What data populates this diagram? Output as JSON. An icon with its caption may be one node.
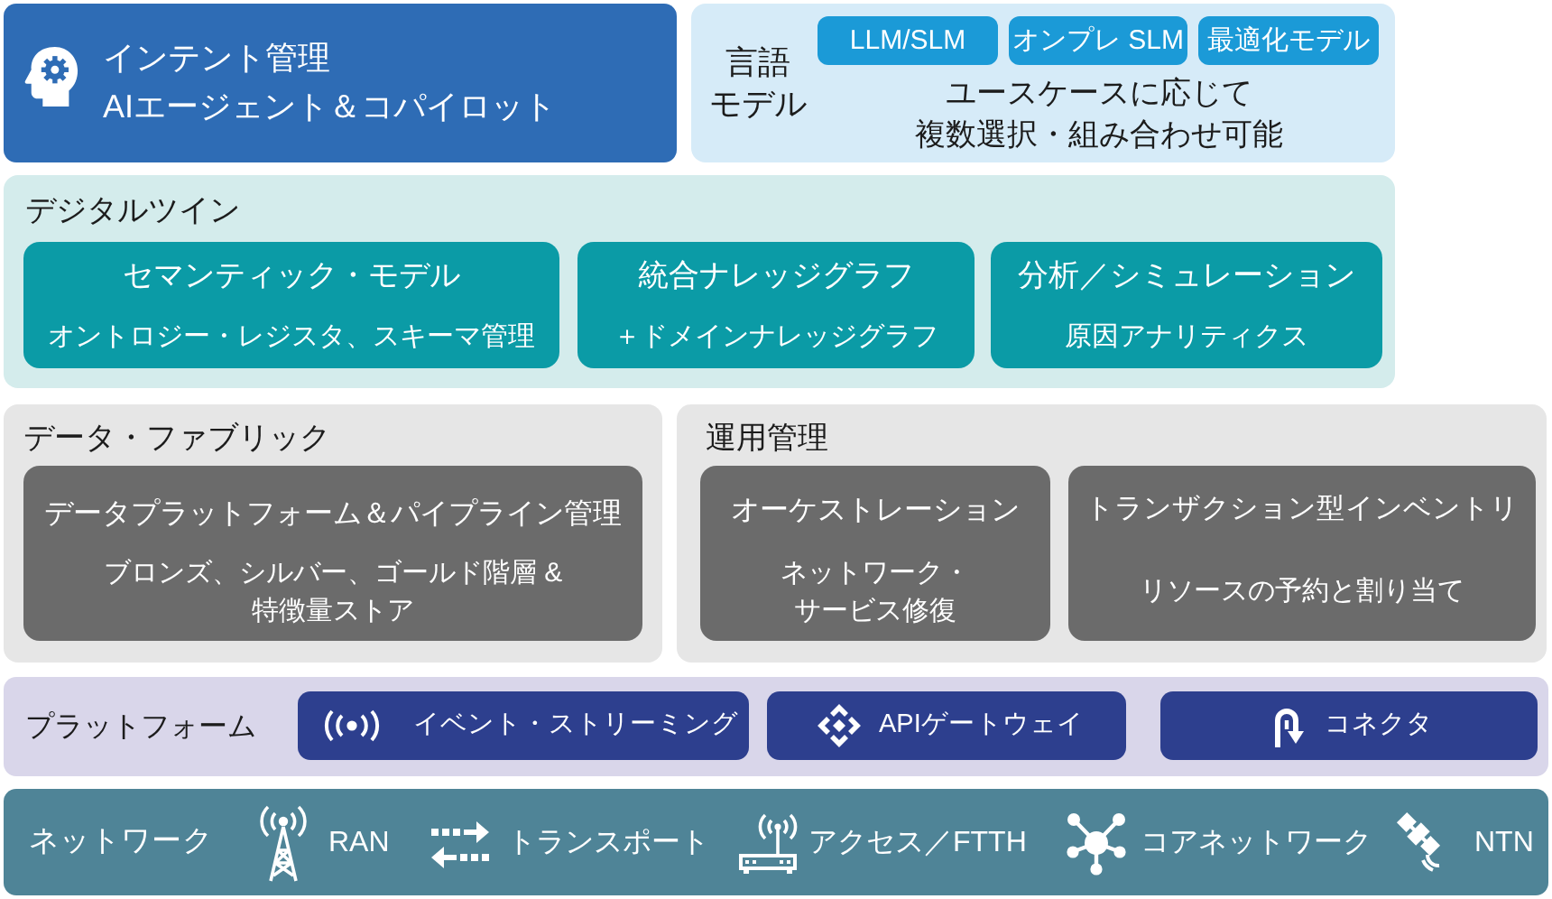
{
  "diagram": {
    "nodes": [
      {
        "text": [
          "インテント管理",
          "AIエージェント＆コパイロット"
        ]
      },
      {
        "text": [
          "言語モデル",
          "ユースケースに応じて複数選択・組み合わせ可能"
        ]
      },
      {
        "text": [
          "LLM/SLM"
        ],
        "in": 1
      },
      {
        "text": [
          "オンプレ SLM"
        ],
        "in": 1
      },
      {
        "text": [
          "最適化モデル"
        ],
        "in": 1
      },
      {
        "text": [
          "デジタルツイン"
        ]
      },
      {
        "text": [
          "セマンティック・モデル",
          "オントロジー・レジスタ、スキーマ管理"
        ],
        "in": 5
      },
      {
        "text": [
          "統合ナレッジグラフ",
          "＋ドメインナレッジグラフ"
        ],
        "in": 5
      },
      {
        "text": [
          "分析／シミュレーション",
          "原因アナリティクス"
        ],
        "in": 5
      },
      {
        "text": [
          "データ・ファブリック"
        ]
      },
      {
        "text": [
          "データプラットフォーム＆パイプライン管理",
          "ブロンズ、シルバー、ゴールド階層 & 特徴量ストア"
        ],
        "in": 9
      },
      {
        "text": [
          "運用管理"
        ]
      },
      {
        "text": [
          "オーケストレーション",
          "ネットワーク・サービス修復"
        ],
        "in": 11
      },
      {
        "text": [
          "トランザクション型インベントリ",
          "リソースの予約と割り当て"
        ],
        "in": 11
      },
      {
        "text": [
          "プラットフォーム"
        ]
      },
      {
        "text": [
          "イベント・ストリーミング"
        ],
        "in": 14
      },
      {
        "text": [
          "APIゲートウェイ"
        ],
        "in": 14
      },
      {
        "text": [
          "コネクタ"
        ],
        "in": 14
      },
      {
        "text": [
          "ネットワーク",
          "RAN",
          "トランスポート",
          "アクセス／FTTH",
          "コアネットワーク",
          "NTN"
        ]
      }
    ]
  }
}
